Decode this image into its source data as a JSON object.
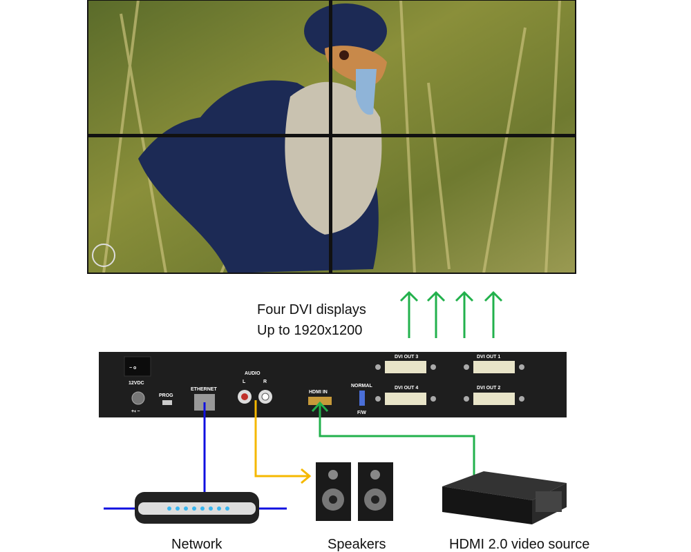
{
  "displays": {
    "line1": "Four DVI displays",
    "line2": "Up to 1920x1200"
  },
  "panel": {
    "power_label": "12VDC",
    "prog_label": "PROG",
    "ethernet_label": "ETHERNET",
    "audio_label": "AUDIO",
    "audio_left": "L",
    "audio_right": "R",
    "hdmi_in_label": "HDMI IN",
    "switch_top_label": "NORMAL",
    "switch_bottom_label": "F/W",
    "dvi_out_3": "DVI OUT 3",
    "dvi_out_1": "DVI OUT 1",
    "dvi_out_4": "DVI OUT 4",
    "dvi_out_2": "DVI OUT 2"
  },
  "devices": {
    "network": "Network",
    "speakers": "Speakers",
    "video_source": "HDMI 2.0 video source"
  },
  "colors": {
    "ethernet": "#1010e0",
    "audio": "#f5b800",
    "hdmi": "#22b14c",
    "dvi_arrows": "#22b14c",
    "panel": "#1e1e1e"
  }
}
